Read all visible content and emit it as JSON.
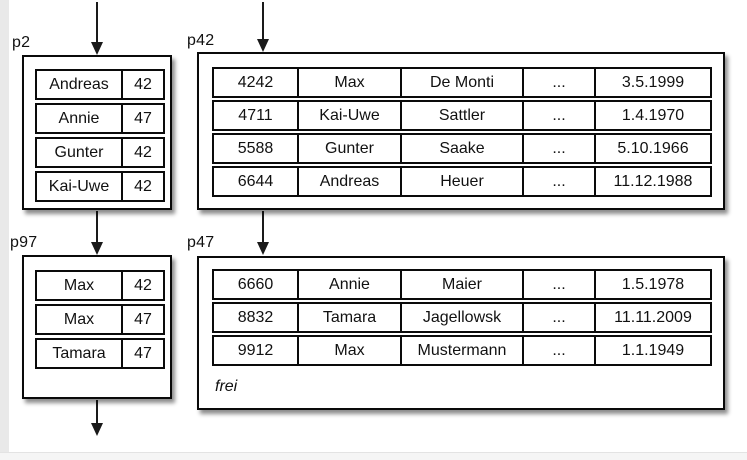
{
  "diagram_title": "index-and-data-pages",
  "colors": {
    "border": "#0a0a0a",
    "background": "#ffffff",
    "edge_strip": "#e9e9e9",
    "bottom_strip": "#f5f5f5"
  },
  "pages": [
    {
      "label": "p2",
      "type": "index-page",
      "rows": [
        [
          "Andreas",
          "42"
        ],
        [
          "Annie",
          "47"
        ],
        [
          "Gunter",
          "42"
        ],
        [
          "Kai-Uwe",
          "42"
        ]
      ]
    },
    {
      "label": "p42",
      "type": "data-page",
      "rows": [
        [
          "4242",
          "Max",
          "De Monti",
          "...",
          "3.5.1999"
        ],
        [
          "4711",
          "Kai-Uwe",
          "Sattler",
          "...",
          "1.4.1970"
        ],
        [
          "5588",
          "Gunter",
          "Saake",
          "...",
          "5.10.1966"
        ],
        [
          "6644",
          "Andreas",
          "Heuer",
          "...",
          "11.12.1988"
        ]
      ]
    },
    {
      "label": "p97",
      "type": "index-page",
      "rows": [
        [
          "Max",
          "42"
        ],
        [
          "Max",
          "47"
        ],
        [
          "Tamara",
          "47"
        ]
      ]
    },
    {
      "label": "p47",
      "type": "data-page",
      "rows": [
        [
          "6660",
          "Annie",
          "Maier",
          "...",
          "1.5.1978"
        ],
        [
          "8832",
          "Tamara",
          "Jagellowsk",
          "...",
          "11.11.2009"
        ],
        [
          "9912",
          "Max",
          "Mustermann",
          "...",
          "1.1.1949"
        ]
      ],
      "free_label": "frei"
    }
  ]
}
